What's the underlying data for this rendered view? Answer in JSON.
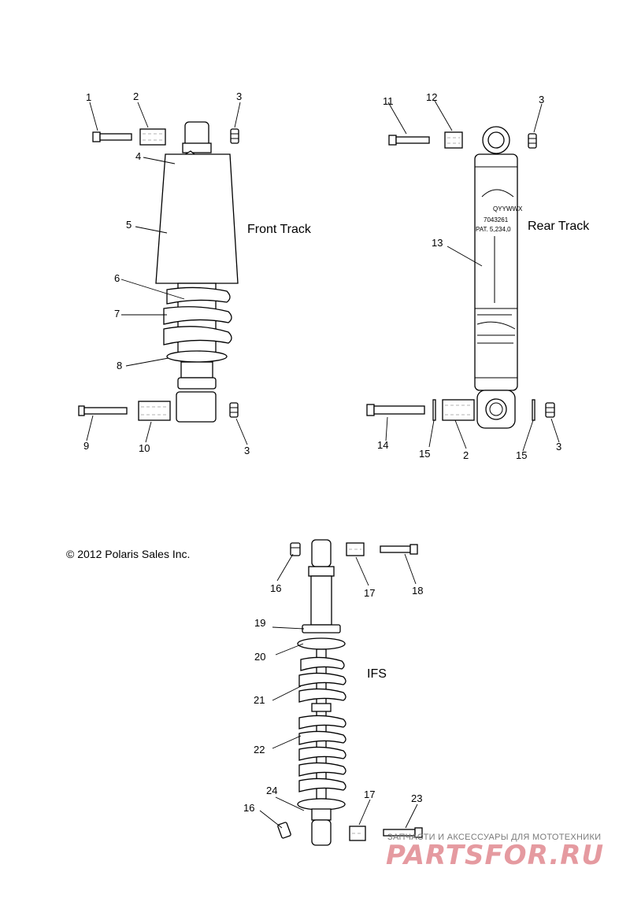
{
  "sections": {
    "front_track": "Front Track",
    "rear_track": "Rear Track",
    "ifs": "IFS"
  },
  "copyright": "© 2012 Polaris Sales Inc.",
  "shock_labels": {
    "line1": "QYYWWX",
    "line2": "7043261",
    "line3": "PAT. 5,234,0"
  },
  "callouts": {
    "c1": "1",
    "c2": "2",
    "c3a": "3",
    "c4": "4",
    "c5": "5",
    "c6": "6",
    "c7": "7",
    "c8": "8",
    "c9": "9",
    "c10": "10",
    "c3b": "3",
    "c11": "11",
    "c12": "12",
    "c3c": "3",
    "c13": "13",
    "c14": "14",
    "c15a": "15",
    "c2b": "2",
    "c15b": "15",
    "c3d": "3",
    "c16a": "16",
    "c17a": "17",
    "c18": "18",
    "c19": "19",
    "c20": "20",
    "c21": "21",
    "c22": "22",
    "c24": "24",
    "c16b": "16",
    "c17b": "17",
    "c23": "23"
  },
  "watermark": {
    "tagline": "ЗАПЧАСТИ И АКСЕССУАРЫ ДЛЯ МОТОТЕХНИКИ",
    "brand": "PARTSFOR.RU",
    "color": "#e59aa0"
  }
}
